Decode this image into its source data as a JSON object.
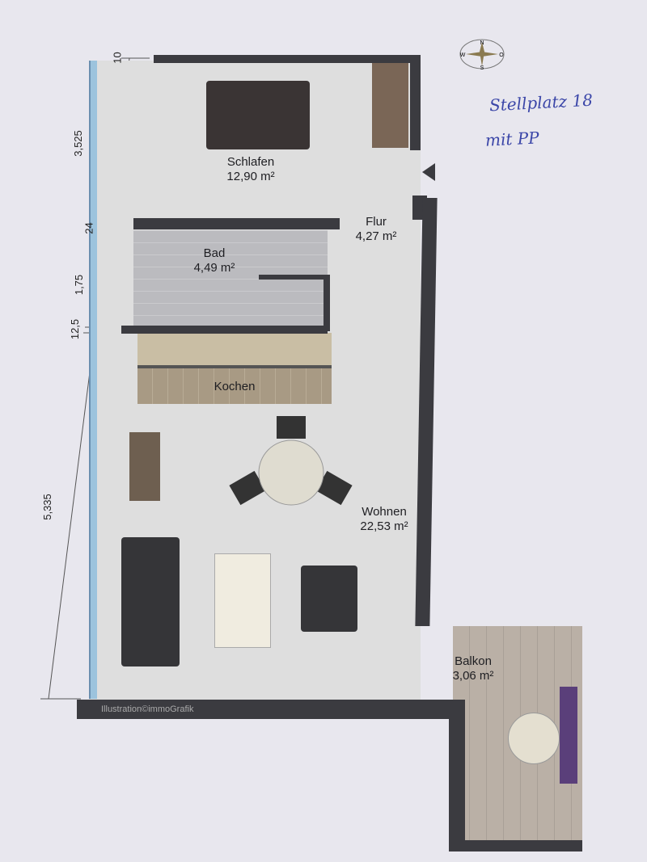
{
  "plan": {
    "rooms": [
      {
        "name": "Schlafen",
        "area": "12,90 m²"
      },
      {
        "name": "Flur",
        "area": "4,27 m²"
      },
      {
        "name": "Bad",
        "area": "4,49 m²"
      },
      {
        "name": "Kochen",
        "area": ""
      },
      {
        "name": "Wohnen",
        "area": "22,53 m²"
      },
      {
        "name": "Balkon",
        "area": "3,06 m²"
      }
    ],
    "dimensions": [
      "10",
      "3,525",
      "24",
      "1,75",
      "12,5",
      "5,335"
    ],
    "credit": "Illustration©immoGrafik",
    "compass": {
      "n": "N",
      "s": "S",
      "w": "W",
      "o": "O"
    }
  },
  "handwriting": {
    "line1": "Stellplatz 18",
    "line2": "mit PP"
  },
  "colors": {
    "wall": "#3b3b40",
    "floor": "#dcdcdc",
    "tile": "#b9b9bd",
    "kitchen_floor": "#a89a84",
    "paper": "#e8e7ee",
    "ink": "#3b46a8"
  }
}
